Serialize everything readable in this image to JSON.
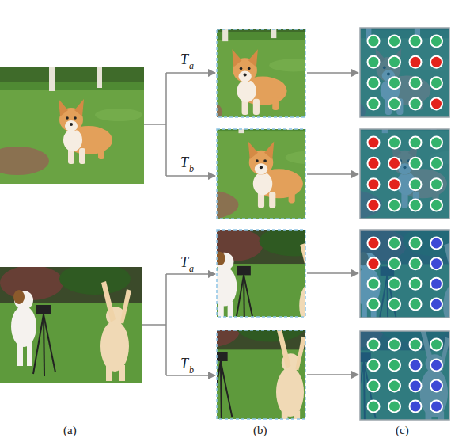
{
  "diagram": {
    "labels": [
      "T",
      "a",
      "T",
      "b",
      "T",
      "a",
      "T",
      "b",
      "(a)",
      "(b)",
      "(c)"
    ]
  }
}
